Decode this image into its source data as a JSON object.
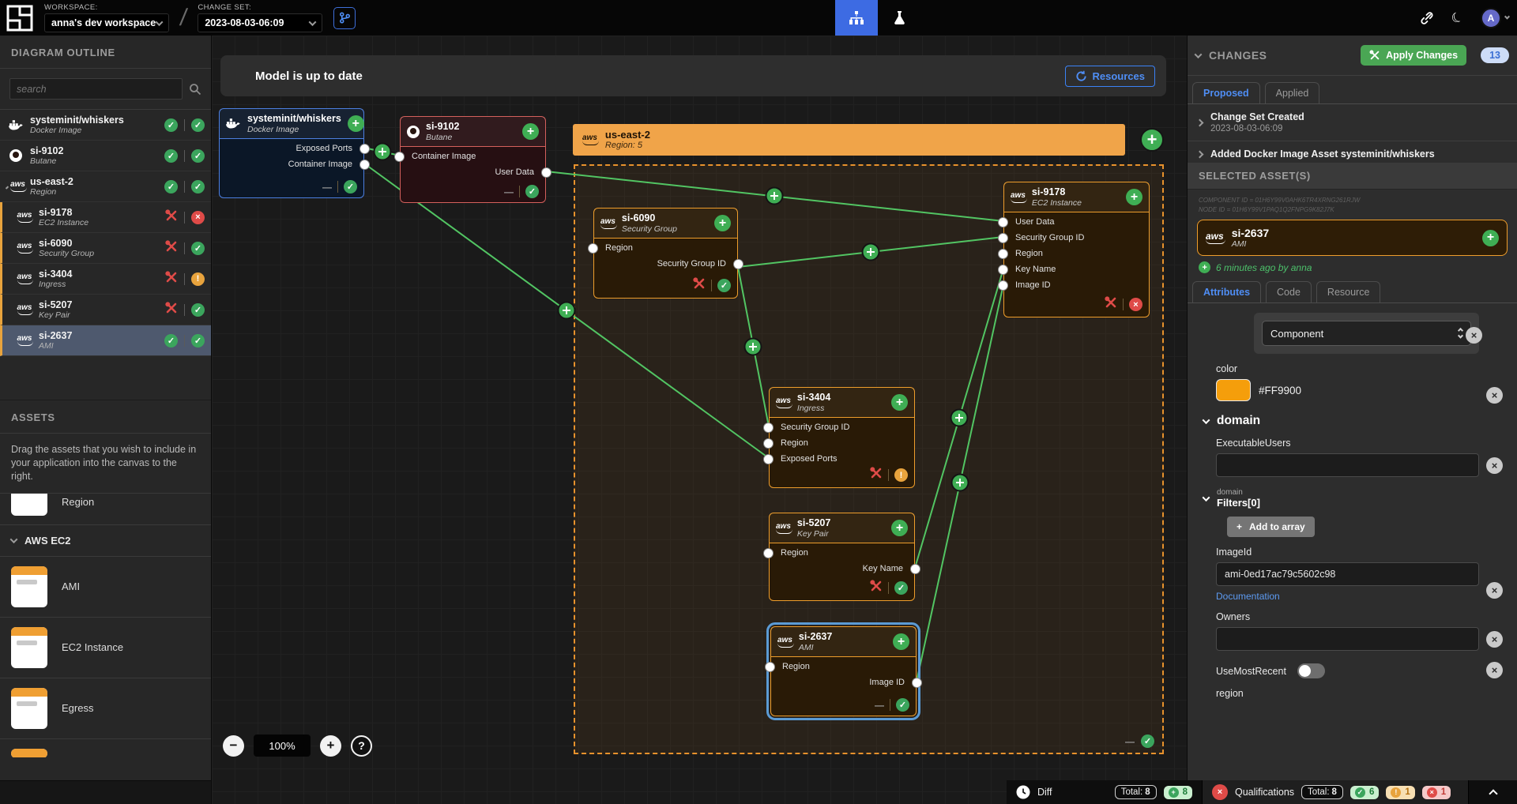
{
  "icons": {
    "close": "×",
    "plus": "+",
    "check": "✓",
    "cross": "×",
    "warn": "!",
    "dash": "—",
    "minus": "−",
    "question": "?",
    "moon": "☾",
    "slash": "/",
    "search_glyph": "⌕"
  },
  "topbar": {
    "workspace_label": "WORKSPACE:",
    "workspace_value": "anna's dev workspace",
    "changeset_label": "CHANGE SET:",
    "changeset_value": "2023-08-03-06:09",
    "avatar_initial": "A"
  },
  "outline": {
    "title": "DIAGRAM OUTLINE",
    "search_placeholder": "search",
    "items": [
      {
        "name": "systeminit/whiskers",
        "type": "Docker Image",
        "icon": "docker",
        "diff": "check",
        "qual": "check",
        "child": false,
        "selected": false,
        "expander": false
      },
      {
        "name": "si-9102",
        "type": "Butane",
        "icon": "butane",
        "diff": "check",
        "qual": "check",
        "child": false,
        "selected": false,
        "expander": false
      },
      {
        "name": "us-east-2",
        "type": "Region",
        "icon": "aws",
        "diff": "check",
        "qual": "check",
        "child": false,
        "selected": false,
        "expander": true
      },
      {
        "name": "si-9178",
        "type": "EC2 Instance",
        "icon": "aws",
        "diff": "tools",
        "qual": "fail",
        "child": true,
        "selected": false,
        "expander": false
      },
      {
        "name": "si-6090",
        "type": "Security Group",
        "icon": "aws",
        "diff": "tools",
        "qual": "check",
        "child": true,
        "selected": false,
        "expander": false
      },
      {
        "name": "si-3404",
        "type": "Ingress",
        "icon": "aws",
        "diff": "tools",
        "qual": "warn",
        "child": true,
        "selected": false,
        "expander": false
      },
      {
        "name": "si-5207",
        "type": "Key Pair",
        "icon": "aws",
        "diff": "tools",
        "qual": "check",
        "child": true,
        "selected": false,
        "expander": false
      },
      {
        "name": "si-2637",
        "type": "AMI",
        "icon": "aws",
        "diff": "check",
        "qual": "check",
        "child": true,
        "selected": true,
        "expander": false
      }
    ]
  },
  "assets": {
    "title": "ASSETS",
    "description": "Drag the assets that you wish to include in your application into the canvas to the right.",
    "partial_top_label": "Region",
    "group_label": "AWS EC2",
    "items": [
      "AMI",
      "EC2 Instance",
      "Egress"
    ]
  },
  "canvas": {
    "toast": "Model is up to date",
    "resources_label": "Resources",
    "zoom_level": "100%",
    "region_frame": {
      "name": "us-east-2",
      "type": "Region: 5"
    },
    "nodes": [
      {
        "id": "whiskers",
        "name": "systeminit/whiskers",
        "type": "Docker Image",
        "icon": "docker",
        "color": "blue",
        "inputs": [],
        "outputs": [
          "Exposed Ports",
          "Container Image"
        ],
        "diff": "dash",
        "qual": "check",
        "selected": false
      },
      {
        "id": "si9102",
        "name": "si-9102",
        "type": "Butane",
        "icon": "butane",
        "color": "red",
        "inputs": [
          "Container Image"
        ],
        "outputs": [
          "User Data"
        ],
        "diff": "dash",
        "qual": "check",
        "selected": false
      },
      {
        "id": "si6090",
        "name": "si-6090",
        "type": "Security Group",
        "icon": "aws",
        "color": "orange",
        "inputs": [
          "Region"
        ],
        "outputs": [
          "Security Group ID"
        ],
        "diff": "tools",
        "qual": "check",
        "selected": false
      },
      {
        "id": "si9178",
        "name": "si-9178",
        "type": "EC2 Instance",
        "icon": "aws",
        "color": "orange",
        "inputs": [
          "User Data",
          "Security Group ID",
          "Region",
          "Key Name",
          "Image ID"
        ],
        "outputs": [],
        "diff": "tools",
        "qual": "fail",
        "selected": false
      },
      {
        "id": "si3404",
        "name": "si-3404",
        "type": "Ingress",
        "icon": "aws",
        "color": "orange",
        "inputs": [
          "Security Group ID",
          "Region",
          "Exposed Ports"
        ],
        "outputs": [],
        "diff": "tools",
        "qual": "warn",
        "selected": false
      },
      {
        "id": "si5207",
        "name": "si-5207",
        "type": "Key Pair",
        "icon": "aws",
        "color": "orange",
        "inputs": [
          "Region"
        ],
        "outputs": [
          "Key Name"
        ],
        "diff": "tools",
        "qual": "check",
        "selected": false
      },
      {
        "id": "si2637",
        "name": "si-2637",
        "type": "AMI",
        "icon": "aws",
        "color": "orange",
        "inputs": [
          "Region"
        ],
        "outputs": [
          "Image ID"
        ],
        "diff": "dash",
        "qual": "check",
        "selected": true
      }
    ]
  },
  "changes": {
    "title": "CHANGES",
    "apply_label": "Apply Changes",
    "count": "13",
    "tabs": [
      "Proposed",
      "Applied"
    ],
    "events": [
      {
        "title": "Change Set Created",
        "subtitle": "2023-08-03-06:09"
      },
      {
        "title": "Added Docker Image Asset systeminit/whiskers",
        "subtitle": ""
      }
    ]
  },
  "selected": {
    "header": "SELECTED ASSET(S)",
    "component_id": "COMPONENT ID = 01H6Y99V0AHK6TR4XRNG261RJW",
    "node_id": "NODE ID = 01H6Y99V1PAQ1Q2FNPG9K82J7K",
    "card": {
      "name": "si-2637",
      "type": "AMI"
    },
    "created": "6 minutes ago by anna",
    "tabs": [
      "Attributes",
      "Code",
      "Resource"
    ],
    "component_select": "Component",
    "fields": {
      "color_label": "color",
      "color_value": "#FF9900",
      "domain_header": "domain",
      "executable_users": "ExecutableUsers",
      "executable_users_value": "",
      "filters_small": "domain",
      "filters_label": "Filters[0]",
      "add_to_array": "Add to array",
      "imageid_label": "ImageId",
      "imageid_value": "ami-0ed17ac79c5602c98",
      "documentation": "Documentation",
      "owners_label": "Owners",
      "owners_value": "",
      "usemostrecent_label": "UseMostRecent",
      "region_label": "region"
    }
  },
  "statusbar": {
    "diff_label": "Diff",
    "diff_total_label": "Total:",
    "diff_total": "8",
    "diff_added": "8",
    "qual_label": "Qualifications",
    "qual_total_label": "Total:",
    "qual_total": "8",
    "qual_ok": "6",
    "qual_warn": "1",
    "qual_fail": "1"
  },
  "colors": {
    "accent_orange": "#FF9900",
    "accent_green": "#3fae54",
    "accent_blue": "#4f8ef5"
  }
}
